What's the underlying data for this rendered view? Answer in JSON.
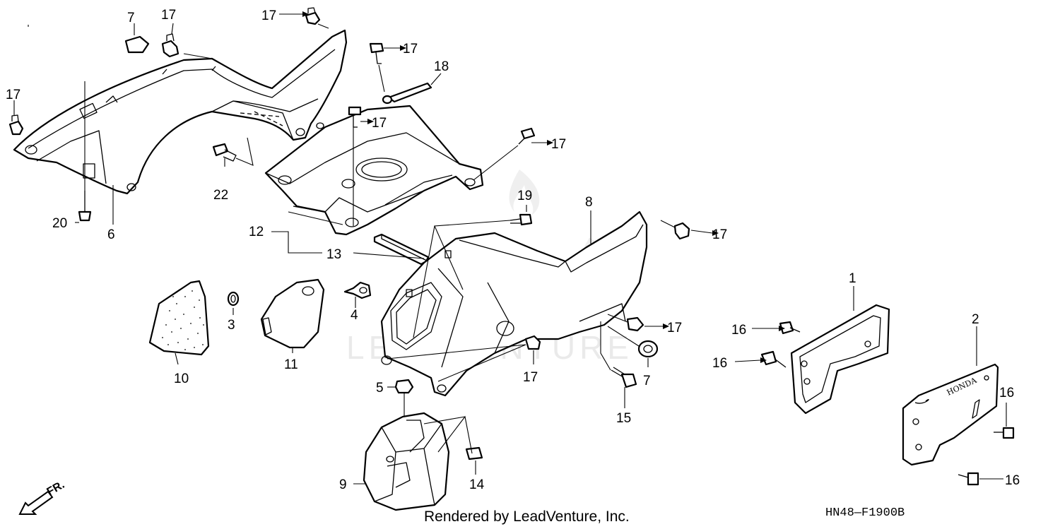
{
  "labels": {
    "l17a": "17",
    "l7a": "7",
    "l17b": "17",
    "l17c": "17",
    "l17d": "17",
    "l18": "18",
    "l17e": "17",
    "l17f": "17",
    "l22": "22",
    "l20": "20",
    "l6": "6",
    "l12": "12",
    "l13": "13",
    "l19": "19",
    "l8": "8",
    "l17g": "17",
    "l3": "3",
    "l4": "4",
    "l10": "10",
    "l11": "11",
    "l17h": "17",
    "l17i": "17",
    "l7b": "7",
    "l5": "5",
    "l15": "15",
    "l1": "1",
    "l16a": "16",
    "l16b": "16",
    "l2": "2",
    "l16c": "16",
    "l16d": "16",
    "l9": "9",
    "l14": "14"
  },
  "credit": "Rendered by LeadVenture, Inc.",
  "diagram_code": "HN48—F1900B",
  "direction_label": "FR.",
  "brand_text": "HONDA",
  "watermark": "LEADVENTURE"
}
